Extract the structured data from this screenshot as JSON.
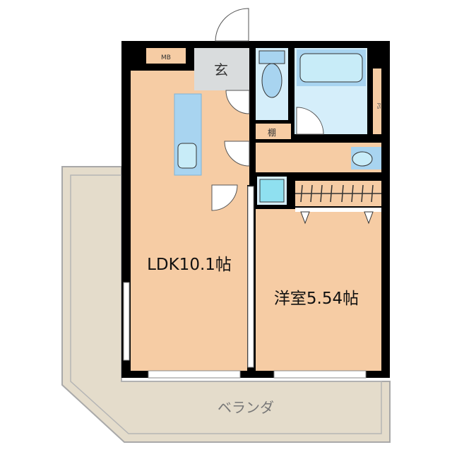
{
  "rooms": {
    "ldk": "LDK10.1帖",
    "western_room": "洋室5.54帖",
    "veranda": "ベランダ",
    "entrance": "玄",
    "meter_box": "MB",
    "shelf": "棚",
    "pipe_space": "PS"
  },
  "colors": {
    "floor": "#f6cca4",
    "wet_area": "#d5eefa",
    "fixture": "#a8d4f0",
    "entrance": "#d9dcdd",
    "veranda": "#e4dccb",
    "wall": "#000000"
  }
}
